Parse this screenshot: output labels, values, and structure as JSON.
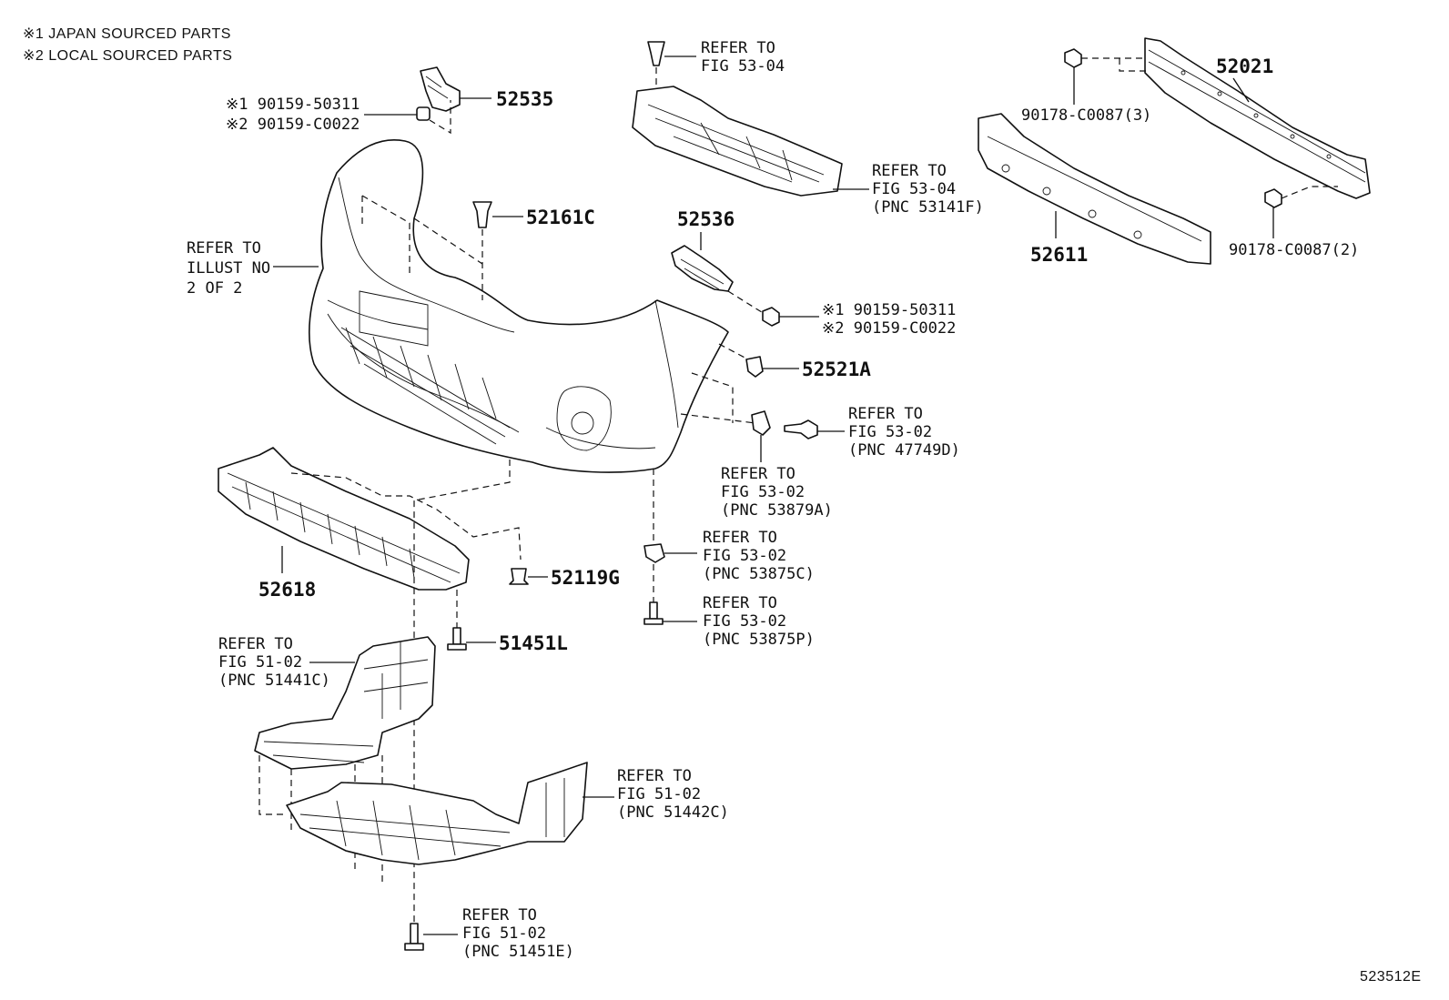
{
  "notes": {
    "line1": "※1 JAPAN SOURCED PARTS",
    "line2": "※2 LOCAL SOURCED PARTS"
  },
  "diagram_id": "523512E",
  "labels": {
    "p52535": "52535",
    "p52535_c1": "※1 90159-50311",
    "p52535_c2": "※2 90159-C0022",
    "ref5304a_1": "REFER TO",
    "ref5304a_2": "FIG 53-04",
    "ref5304b_1": "REFER TO",
    "ref5304b_2": "FIG 53-04",
    "ref5304b_3": "(PNC 53141F)",
    "p52021": "52021",
    "p90178_3": "90178-C0087(3)",
    "p90178_2": "90178-C0087(2)",
    "p52611": "52611",
    "p52161C": "52161C",
    "illust_1": "REFER TO",
    "illust_2": "ILLUST NO",
    "illust_3": "2 OF 2",
    "p52536": "52536",
    "p52536_c1": "※1 90159-50311",
    "p52536_c2": "※2 90159-C0022",
    "p52521A": "52521A",
    "ref47749_1": "REFER TO",
    "ref47749_2": "FIG 53-02",
    "ref47749_3": "(PNC 47749D)",
    "ref53879_1": "REFER TO",
    "ref53879_2": "FIG 53-02",
    "ref53879_3": "(PNC 53879A)",
    "ref53875C_1": "REFER TO",
    "ref53875C_2": "FIG 53-02",
    "ref53875C_3": "(PNC 53875C)",
    "ref53875P_1": "REFER TO",
    "ref53875P_2": "FIG 53-02",
    "ref53875P_3": "(PNC 53875P)",
    "p52618": "52618",
    "p52119G": "52119G",
    "p51451L": "51451L",
    "ref51441_1": "REFER TO",
    "ref51441_2": "FIG 51-02",
    "ref51441_3": "(PNC 51441C)",
    "ref51442_1": "REFER TO",
    "ref51442_2": "FIG 51-02",
    "ref51442_3": "(PNC 51442C)",
    "ref51451E_1": "REFER TO",
    "ref51451E_2": "FIG 51-02",
    "ref51451E_3": "(PNC 51451E)"
  }
}
